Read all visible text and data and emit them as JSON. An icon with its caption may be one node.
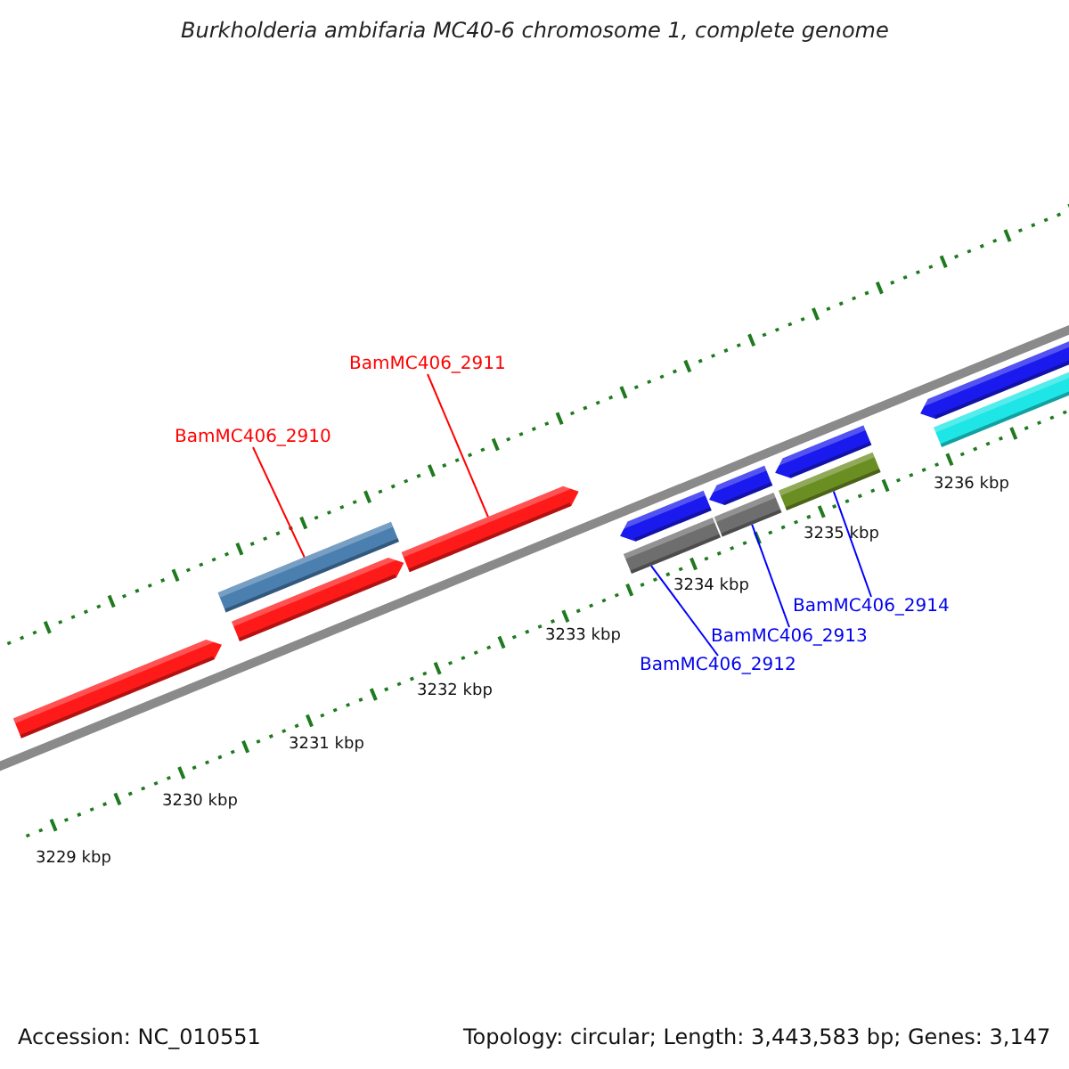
{
  "diagram": {
    "title": "Burkholderia ambifaria MC40-6 chromosome 1, complete genome",
    "nodes": [
      {
        "text": [
          "BamMC406_2911"
        ]
      },
      {
        "text": [
          "BamMC406_2910"
        ]
      },
      {
        "text": [
          "BamMC406_2914"
        ]
      },
      {
        "text": [
          "BamMC406_2913"
        ]
      },
      {
        "text": [
          "BamMC406_2912"
        ]
      },
      {
        "text": [],
        "shape": "bar"
      },
      {
        "text": [],
        "shape": "bar"
      },
      {
        "text": [],
        "shape": "bar"
      },
      {
        "text": [],
        "shape": "bar"
      },
      {
        "text": [],
        "shape": "bar"
      }
    ],
    "edges": [
      {
        "from": 0,
        "to": 6,
        "arrow": "none",
        "color": "#ff0000"
      },
      {
        "from": 1,
        "to": 5,
        "arrow": "none",
        "color": "#ff0000"
      },
      {
        "from": 2,
        "to": 9,
        "arrow": "none"
      },
      {
        "from": 3,
        "to": 8,
        "arrow": "none"
      },
      {
        "from": 4,
        "to": 7,
        "arrow": "none"
      }
    ],
    "labels": [
      "3236 kbp",
      "3235 kbp",
      "3234 kbp",
      "3233 kbp",
      "3232 kbp",
      "3231 kbp",
      "3230 kbp",
      "3229 kbp",
      "Accession: NC_010551",
      "Topology: circular; Length: 3,443,583 bp; Genes: 3,147"
    ]
  }
}
